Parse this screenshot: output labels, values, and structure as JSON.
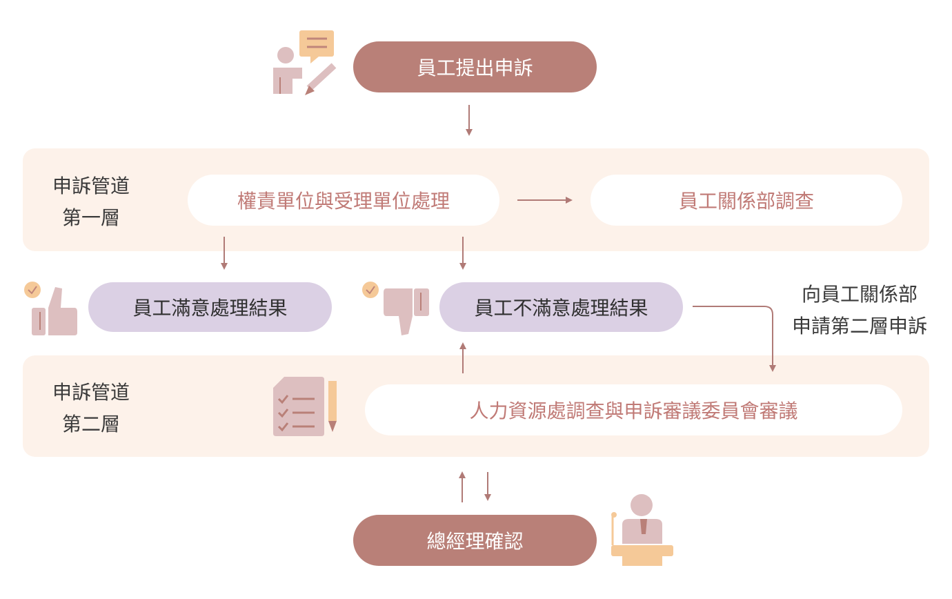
{
  "start": {
    "label": "員工提出申訴"
  },
  "tier1": {
    "label_line1": "申訴管道",
    "label_line2": "第一層",
    "handling": "權責單位與受理單位處理",
    "investigation": "員工關係部調查"
  },
  "outcomes": {
    "satisfied": "員工滿意處理結果",
    "dissatisfied": "員工不滿意處理結果"
  },
  "appeal_note": {
    "line1": "向員工關係部",
    "line2": "申請第二層申訴"
  },
  "tier2": {
    "label_line1": "申訴管道",
    "label_line2": "第二層",
    "review": "人力資源處調查與申訴審議委員會審議"
  },
  "final": {
    "label": "總經理確認"
  },
  "colors": {
    "dark_pill": "#b98078",
    "lavender_pill": "#dbd0e4",
    "band": "#fdf2ea",
    "arrow": "#b07a76",
    "white_pill_text": "#c07a76",
    "icon_pink": "#ddbfc0",
    "icon_orange": "#f5c998"
  },
  "icons": [
    "person-presenting-icon",
    "thumbs-up-icon",
    "thumbs-down-icon",
    "checklist-icon",
    "speaker-at-podium-icon"
  ]
}
